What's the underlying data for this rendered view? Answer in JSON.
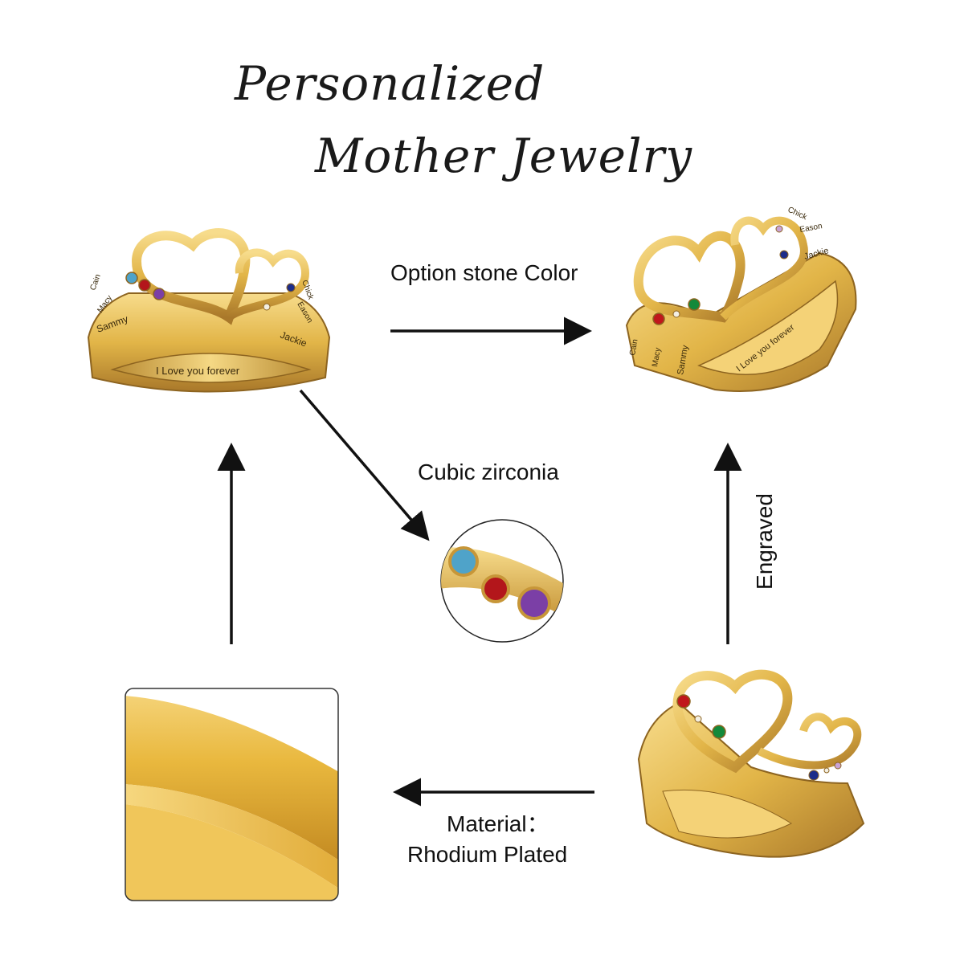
{
  "title": {
    "line1": "Personalized",
    "line2": "Mother Jewelry"
  },
  "labels": {
    "option_stone_color": "Option stone Color",
    "cubic_zirconia": "Cubic zirconia",
    "engraved": "Engraved",
    "material_line1": "Material：",
    "material_line2": "Rhodium Plated"
  },
  "ring_front": {
    "names_left": [
      "Cain",
      "Macy",
      "Sammy"
    ],
    "names_right": [
      "Chick",
      "Eason",
      "Jackie"
    ],
    "inner_engraving": "I Love you forever",
    "stones": [
      "#4fa3c9",
      "#b3161b",
      "#7b3fa6"
    ]
  },
  "ring_angle": {
    "names_left": [
      "Cain",
      "Macy",
      "Sammy"
    ],
    "names_right": [
      "Chick",
      "Eason",
      "Jackie"
    ],
    "inner_engraving": "I Love you forever",
    "stones": [
      "#c0171c",
      "#f3efe3",
      "#13893a"
    ]
  },
  "colors": {
    "gold": "#e2b548",
    "gold_dark": "#a9782a",
    "gold_light": "#f7dc8c",
    "arrow": "#111111"
  }
}
